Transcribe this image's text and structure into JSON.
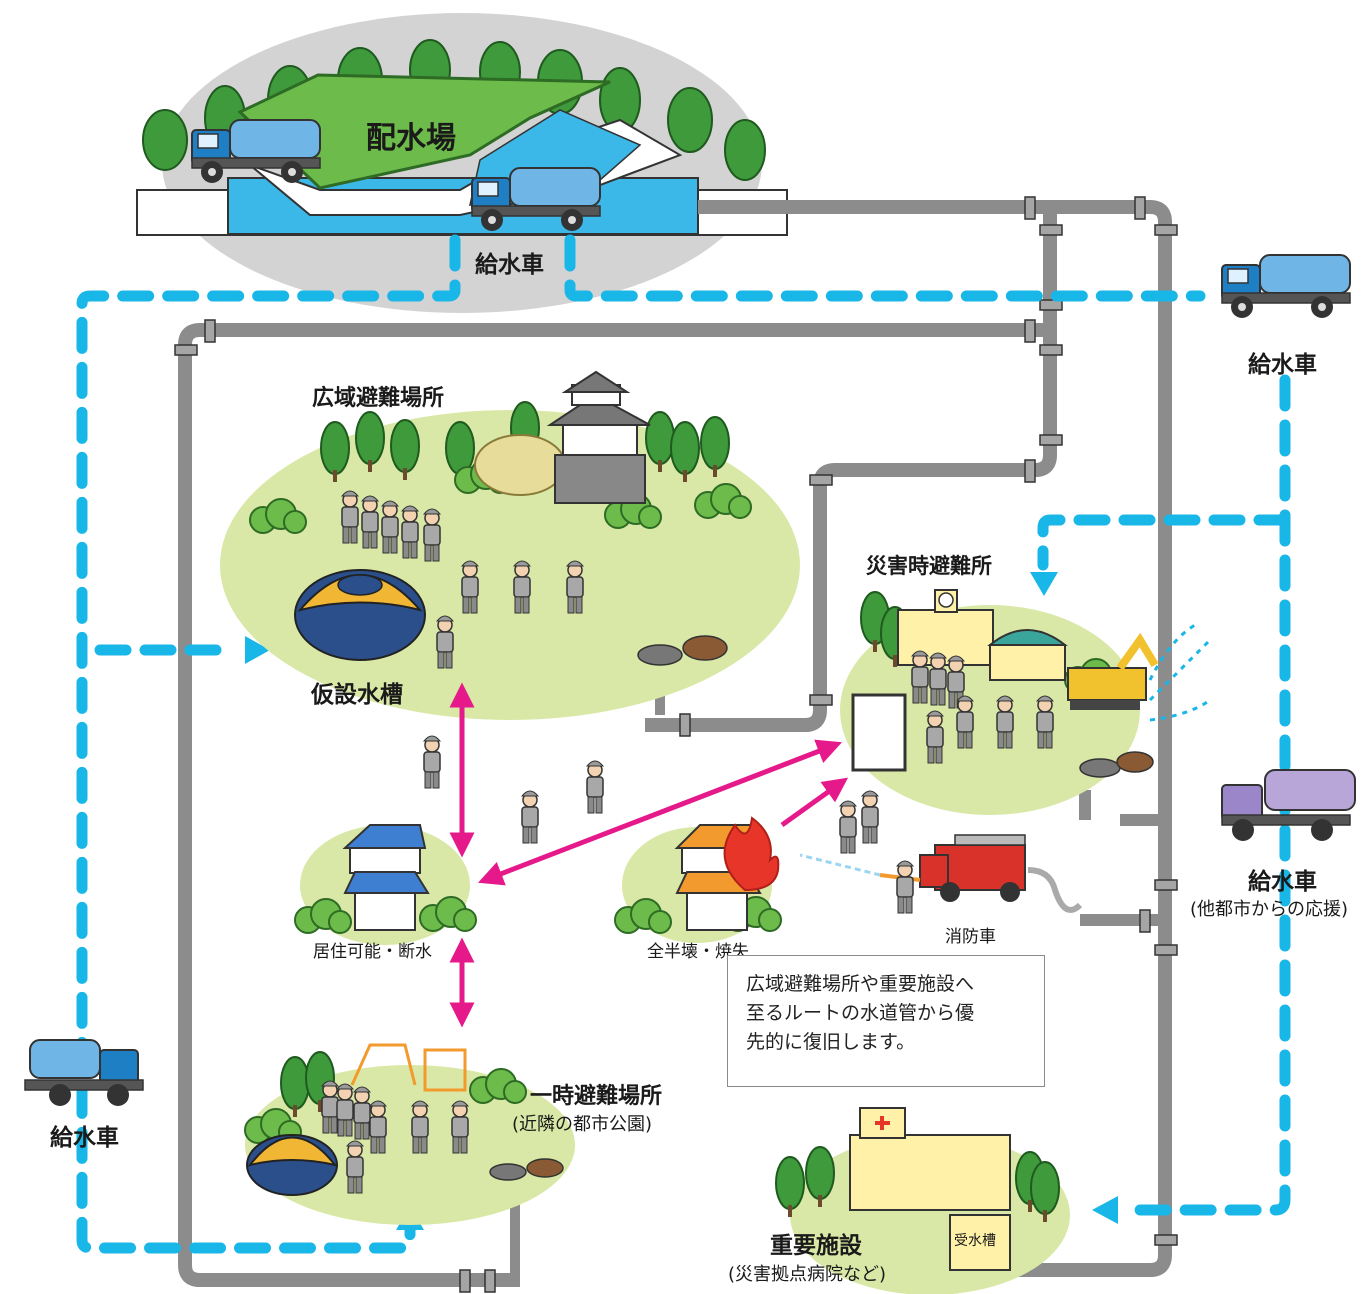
{
  "labels": {
    "reservoir": "配水場",
    "truck_top": "給水車",
    "truck_right": "給水車",
    "truck_right2": "給水車",
    "truck_right2_sub": "(他都市からの応援)",
    "truck_left": "給水車",
    "wide_evac": "広域避難場所",
    "temp_tank": "仮設水槽",
    "disaster_evac": "災害時避難所",
    "house_ok": "居住可能・断水",
    "house_destroyed": "全半壊・焼失",
    "fire_truck": "消防車",
    "temp_evac": "一時避難場所",
    "temp_evac_sub": "(近隣の都市公園)",
    "important": "重要施設",
    "important_sub": "(災害拠点病院など)",
    "receiving_tank": "受水槽"
  },
  "note": {
    "line1": "広域避難場所や重要施設へ",
    "line2": "至るルートの水道管から優",
    "line3": "先的に復旧します。"
  },
  "colors": {
    "pipe": "#8c8c8c",
    "dash_route": "#19b6e8",
    "arrow_pink": "#e5198a",
    "ground": "#d9e8a6",
    "truck_blue": "#6fb6e6",
    "truck_purple": "#b9a6d9"
  }
}
